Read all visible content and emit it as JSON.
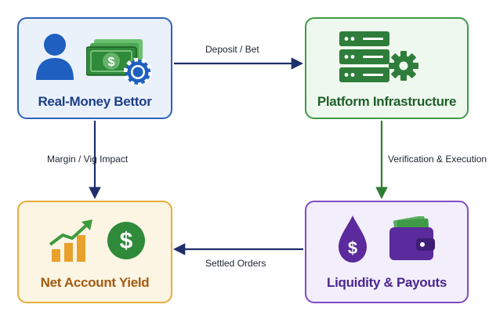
{
  "nodes": {
    "bettor": {
      "label": "Real-Money Bettor",
      "icons": [
        "user-icon",
        "cash-icon",
        "poker-chip-icon"
      ]
    },
    "platform": {
      "label": "Platform Infrastructure",
      "icons": [
        "server-icon",
        "gear-icon"
      ]
    },
    "yield": {
      "label": "Net Account Yield",
      "icons": [
        "growth-chart-icon",
        "dollar-coin-icon"
      ]
    },
    "liquidity": {
      "label": "Liquidity & Payouts",
      "icons": [
        "dollar-drop-icon",
        "wallet-icon"
      ]
    }
  },
  "edges": {
    "deposit": {
      "label": "Deposit / Bet"
    },
    "verification": {
      "label": "Verification & Execution"
    },
    "settled": {
      "label": "Settled Orders"
    },
    "margin": {
      "label": "Margin / Vig Impact"
    }
  },
  "colors": {
    "blue": "#2f63b6",
    "green": "#3f9a47",
    "orange": "#e8ac3c",
    "purple": "#7e4bc4",
    "arrow": "#1f2f6b"
  }
}
